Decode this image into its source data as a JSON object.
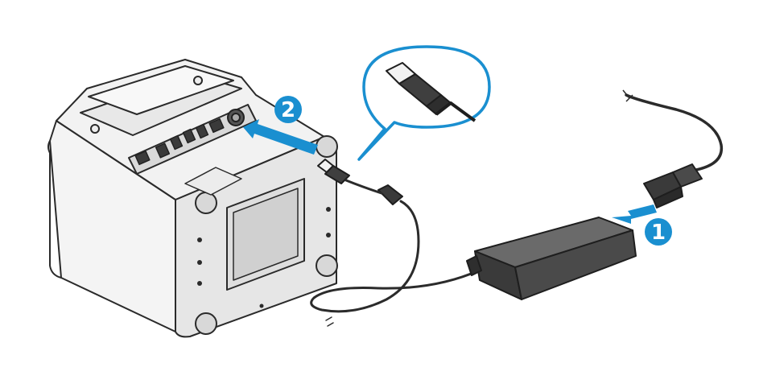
{
  "steps": [
    {
      "number": "1",
      "action": "connect-power-cord-to-adapter"
    },
    {
      "number": "2",
      "action": "connect-adapter-plug-to-printer"
    }
  ],
  "colors": {
    "step_badge": "#1a8fd0",
    "arrow": "#1a8fd0",
    "callout_stroke": "#1a8fd0",
    "printer_body": "#f0f0f0",
    "adapter": "#4a4a4a",
    "cable": "#2b2b2b"
  },
  "icons": [
    "printer-illustration",
    "ac-adapter-icon",
    "power-cord-icon",
    "dc-plug-icon",
    "zoom-callout-icon"
  ]
}
